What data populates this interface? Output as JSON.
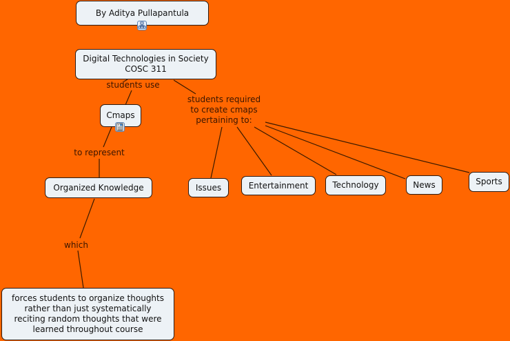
{
  "colors": {
    "background": "#ff6600",
    "concept_fill": "#edf2f6",
    "concept_border": "#2a1a10",
    "link_line": "#3a1a00",
    "link_text": "#3a1500"
  },
  "concepts": {
    "author": {
      "text": "By Aditya Pullapantula",
      "icon": "concept-map-icon"
    },
    "course": {
      "text": "Digital Technologies in Society\nCOSC 311"
    },
    "cmaps": {
      "text": "Cmaps",
      "icon": "document-image-icon"
    },
    "organized_knowledge": {
      "text": "Organized Knowledge"
    },
    "forces": {
      "text": "forces students to organize thoughts\nrather than just systematically\nreciting random thoughts that were\nlearned throughout course"
    },
    "issues": {
      "text": "Issues"
    },
    "entertainment": {
      "text": "Entertainment"
    },
    "technology": {
      "text": "Technology"
    },
    "news": {
      "text": "News"
    },
    "sports": {
      "text": "Sports"
    }
  },
  "linking_phrases": {
    "students_use": "students use",
    "students_required": "students required\nto create cmaps\npertaining to:",
    "to_represent": "to represent",
    "which": "which"
  }
}
